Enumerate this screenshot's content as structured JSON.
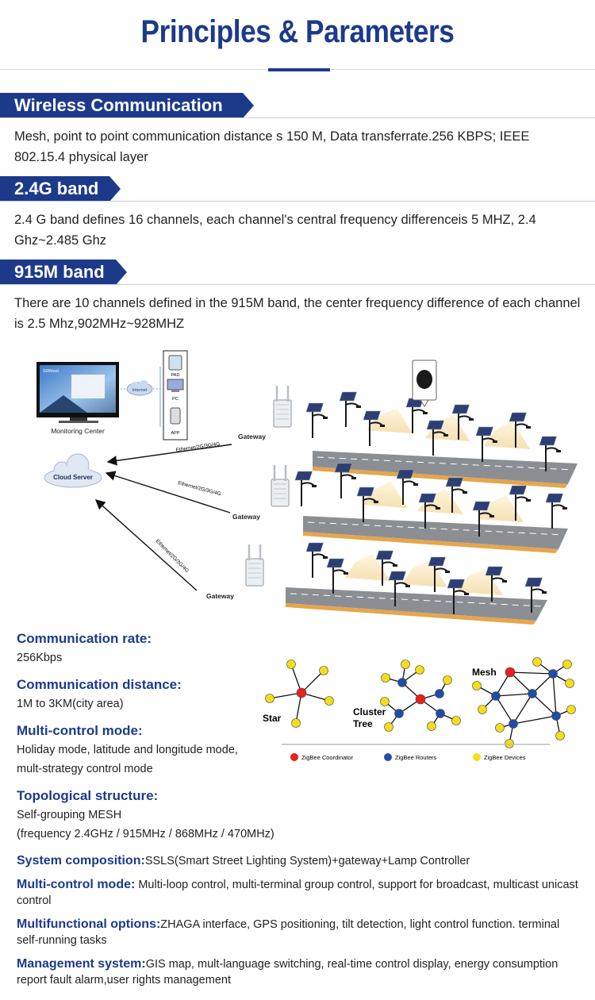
{
  "header": {
    "title": "Principles & Parameters"
  },
  "sections": [
    {
      "heading": "Wireless Communication",
      "text": "Mesh, point to point communication distance s 150 M, Data transferrate.256 KBPS; IEEE 802.15.4 physical layer"
    },
    {
      "heading": "2.4G band",
      "text": "2.4 G band defines 16 channels, each channel's central frequency differenceis 5 MHZ, 2.4 Ghz~2.485 Ghz"
    },
    {
      "heading": "915M band",
      "text": "There are 10 channels defined in the 915M band, the center frequency difference of each channel is 2.5 Mhz,902MHz~928MHZ"
    }
  ],
  "diagram": {
    "monitoring_center": "Monitoring Center",
    "cloud_server": "Cloud Server",
    "internet": "Internet",
    "devices": [
      "PAD",
      "PC",
      "APP"
    ],
    "gateway": "Gateway",
    "link": "Ethernet/2G/3G/4G",
    "screen_logo": "SRWood"
  },
  "specs": [
    {
      "label": "Communication rate:",
      "lines": [
        "256Kbps"
      ]
    },
    {
      "label": "Communication distance:",
      "lines": [
        "1M to 3KM(city area)"
      ]
    },
    {
      "label": "Multi-control mode:",
      "lines": [
        "Holiday mode, latitude and longitude mode,",
        "mult-strategy control mode"
      ]
    },
    {
      "label": "Topological structure:",
      "lines": [
        "Self-grouping MESH",
        "(frequency 2.4GHz / 915MHz / 868MHz / 470MHz)"
      ]
    }
  ],
  "topology": {
    "star": "Star",
    "cluster1": "Cluster",
    "cluster2": "Tree",
    "mesh": "Mesh",
    "legend": [
      {
        "label": "ZigBee Coordinator",
        "color": "#e8201e"
      },
      {
        "label": "ZigBee Routers",
        "color": "#1f4ea8"
      },
      {
        "label": "ZigBee Devices",
        "color": "#f4dd1a"
      }
    ]
  },
  "features": [
    {
      "label": "System composition:",
      "text": "SSLS(Smart Street Lighting System)+gateway+Lamp Controller"
    },
    {
      "label": "Multi-control mode:",
      "text": " Multi-loop control, multi-terminal group control, support for broadcast, multicast unicast control"
    },
    {
      "label": "Multifunctional options:",
      "text": "ZHAGA interface, GPS positioning, tilt detection, light control function. terminal self-running tasks"
    },
    {
      "label": "Management system:",
      "text": "GIS map, mult-language switching, real-time control display, energy consumption report fault alarm,user rights management"
    }
  ]
}
